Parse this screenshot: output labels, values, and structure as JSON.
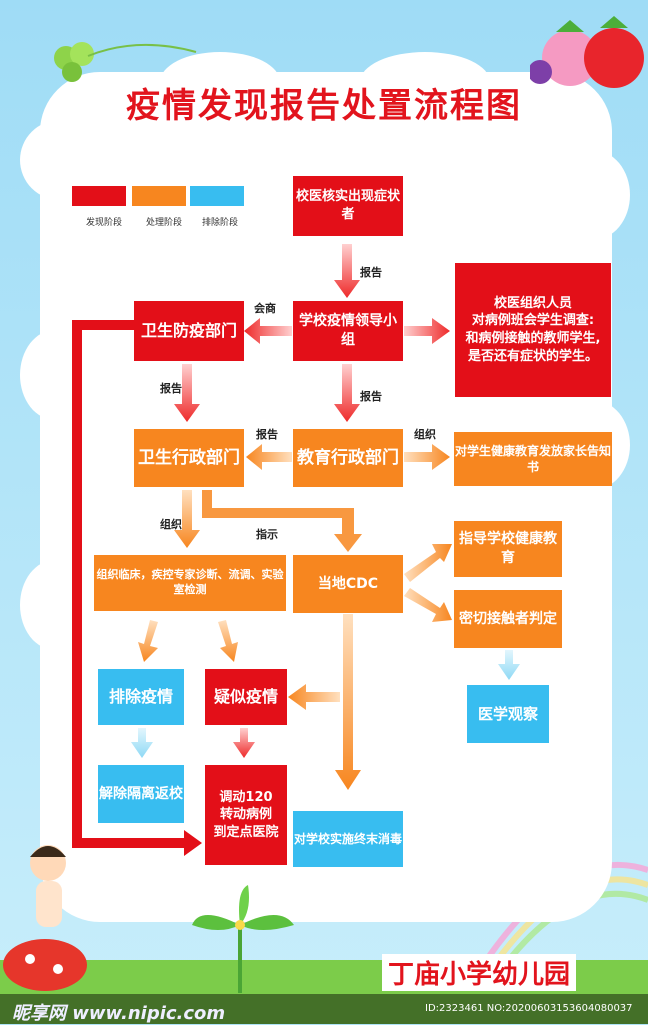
{
  "title": "疫情发现报告处置流程图",
  "legend": [
    {
      "label": "发现阶段",
      "color": "#e30f18"
    },
    {
      "label": "处理阶段",
      "color": "#f7861f"
    },
    {
      "label": "排除阶段",
      "color": "#38bdf0"
    }
  ],
  "nodes": {
    "symptom": "校医核实出现症状者",
    "leader": "学校疫情领导小组",
    "investigate": "校医组织人员\n对病例班会学生调查:\n和病例接触的教师学生,\n是否还有症状的学生。",
    "cdc_dept": "卫生防疫部门",
    "health_admin": "卫生行政部门",
    "edu_admin": "教育行政部门",
    "notice": "对学生健康教育发放家长告知书",
    "expert": "组织临床，疾控专家诊断、流调、实验室检测",
    "local_cdc": "当地CDC",
    "guide": "指导学校健康教育",
    "contact": "密切接触者判定",
    "observe": "医学观察",
    "exclude": "排除疫情",
    "suspect": "疑似疫情",
    "release": "解除隔离返校",
    "transfer": "调动120\n转动病例\n到定点医院",
    "disinfect": "对学校实施终末消毒"
  },
  "edge_labels": {
    "report1": "报告",
    "consult": "会商",
    "report2": "报告",
    "report3": "报告",
    "report4": "报告",
    "organize1": "组织",
    "organize2": "组织",
    "instruct": "指示"
  },
  "school_name": "丁庙小学幼儿园",
  "watermark": {
    "site": "昵享网 www.nipic.com",
    "id": "ID:2323461 NO:20200603153604080037"
  }
}
